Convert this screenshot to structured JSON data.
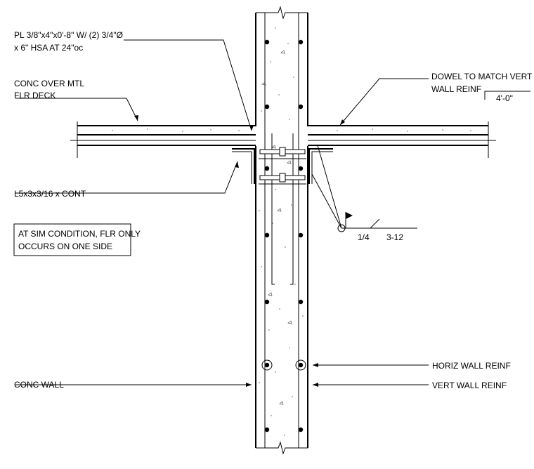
{
  "labels": {
    "plate_line1": "PL 3/8\"x4\"x0'-8\" W/ (2) 3/4\"Ø",
    "plate_line2": "x 6\" HSA AT 24\"oc",
    "deck_line1": "CONC OVER MTL",
    "deck_line2": "FLR DECK",
    "dowel_line1": "DOWEL TO MATCH VERT",
    "dowel_line2": "WALL REINF",
    "dowel_len": "4'-0\"",
    "angle": "L5x3x3/16 x CONT",
    "note_line1": "AT SIM CONDITION, FLR ONLY",
    "note_line2": "OCCURS ON ONE SIDE",
    "weld_size": "1/4",
    "weld_len": "3-12",
    "horiz_reinf": "HORIZ WALL REINF",
    "conc_wall": "CONC WALL",
    "vert_reinf": "VERT WALL REINF"
  }
}
